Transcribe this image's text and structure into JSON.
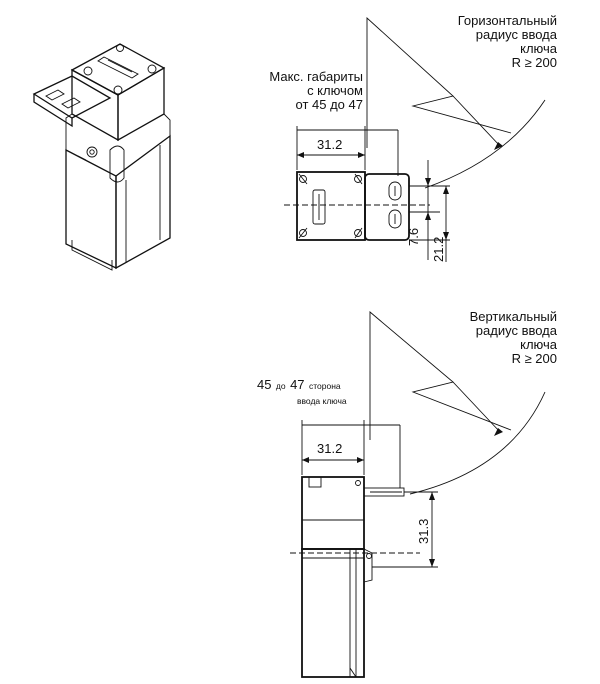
{
  "top_view": {
    "radius_title_l1": "Горизонтальный",
    "radius_title_l2": "радиус ввода",
    "radius_title_l3": "ключа",
    "radius_value": "R ≥ 200",
    "max_dims_l1": "Макс. габариты",
    "max_dims_l2": "с ключом",
    "max_dims_l3": "от 45 до 47",
    "width_dim": "31.2",
    "dim_small": "7.6",
    "dim_large": "21.2"
  },
  "side_view": {
    "radius_title_l1": "Вертикальный",
    "radius_title_l2": "радиус ввода",
    "radius_title_l3": "ключа",
    "radius_value": "R ≥ 200",
    "range_from": "45",
    "range_word": "до",
    "range_to": "47",
    "entry_side_l1": "сторона",
    "entry_side_l2": "ввода ключа",
    "width_dim": "31.2",
    "height_dim": "31.3"
  }
}
